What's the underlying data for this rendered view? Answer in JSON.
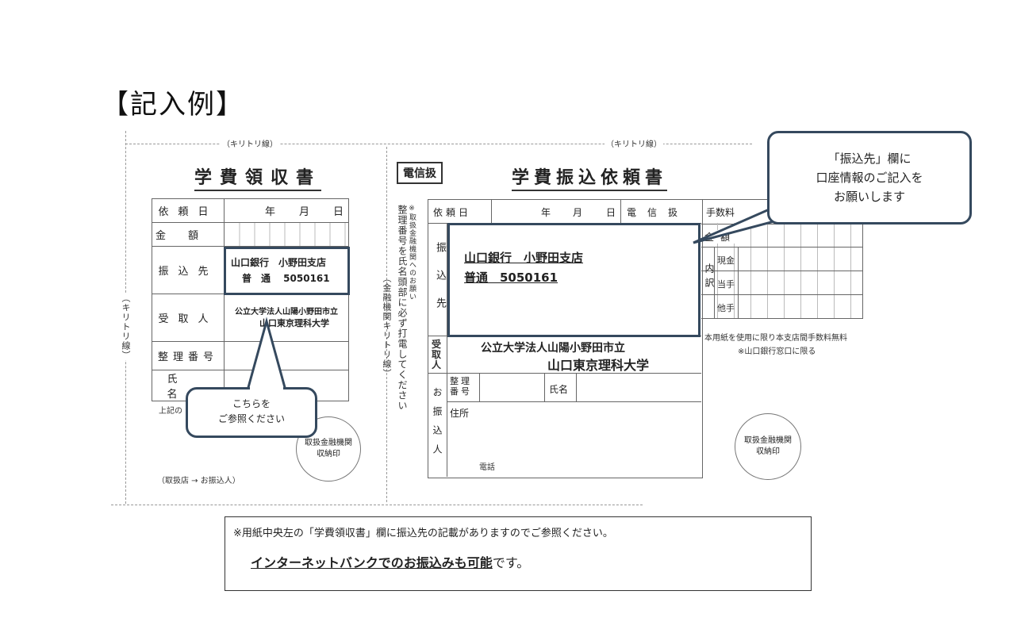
{
  "title": "【記入例】",
  "cut_line_label": "（キリトリ線）",
  "cut_line_vertical": "（キリトリ線）",
  "receipt": {
    "title": "学費領収書",
    "rows": {
      "date_label": "依頼日",
      "year": "年",
      "month": "月",
      "day": "日",
      "amount_label": "金額",
      "dest_label": "振込先",
      "dest_bank": "山口銀行　小野田支店",
      "dest_account": "普　通　 5050161",
      "recipient_label": "受取人",
      "recipient_line1": "公立大学法人山陽小野田市立",
      "recipient_line2": "山口東京理科大学",
      "ref_label": "整理番号",
      "name_label": "氏名"
    },
    "footer_note": "上記の",
    "stamp": "取扱金融機関\n収納印",
    "stamp_line1": "取扱金融機関",
    "stamp_line2": "収納印",
    "handover": "（取扱店 → お振込人）"
  },
  "middle_vertical": {
    "note1": "※取扱金融機関へのお願い",
    "note2": "整理番号を氏名頭部に必ず打電してください",
    "note3": "（金融機関キリトリ線）"
  },
  "transfer": {
    "badge": "電信扱",
    "title": "学費振込依頼書",
    "date_label": "依頼日",
    "year": "年",
    "month": "月",
    "day": "日",
    "telegraph_label": "電信扱",
    "fee_label": "手数料",
    "dest_label": "振込先",
    "dest_bank": "山口銀行　小野田支店",
    "dest_account": "普通　5050161",
    "recipient_label": "受取人",
    "recipient_line1": "公立大学法人山陽小野田市立",
    "recipient_line2": "山口東京理科大学",
    "payer_label": "お振込人",
    "ref_label": "整理番号",
    "name_label": "氏名",
    "address_label": "住所",
    "phone_label": "電話",
    "amount_label": "金額",
    "breakdown_label": "内訳",
    "cash": "現金",
    "own_check": "当手",
    "other_check": "他手",
    "fee_note": "本用紙を使用に限り本支店間手数料無料",
    "window_note": "※山口銀行窓口に限る",
    "stamp_line1": "取扱金融機関",
    "stamp_line2": "収納印"
  },
  "callout_top": {
    "line1": "「振込先」欄に",
    "line2": "口座情報のご記入を",
    "line3": "お願いします"
  },
  "callout_bottom": {
    "line1": "こちらを",
    "line2": "ご参照ください"
  },
  "notice": {
    "line1": "※用紙中央左の「学費領収書」欄に振込先の記載がありますのでご参照ください。",
    "line2_emph": "インターネットバンクでのお振込みも可能",
    "line2_rest": "です。"
  },
  "colors": {
    "accent": "#35495e"
  }
}
